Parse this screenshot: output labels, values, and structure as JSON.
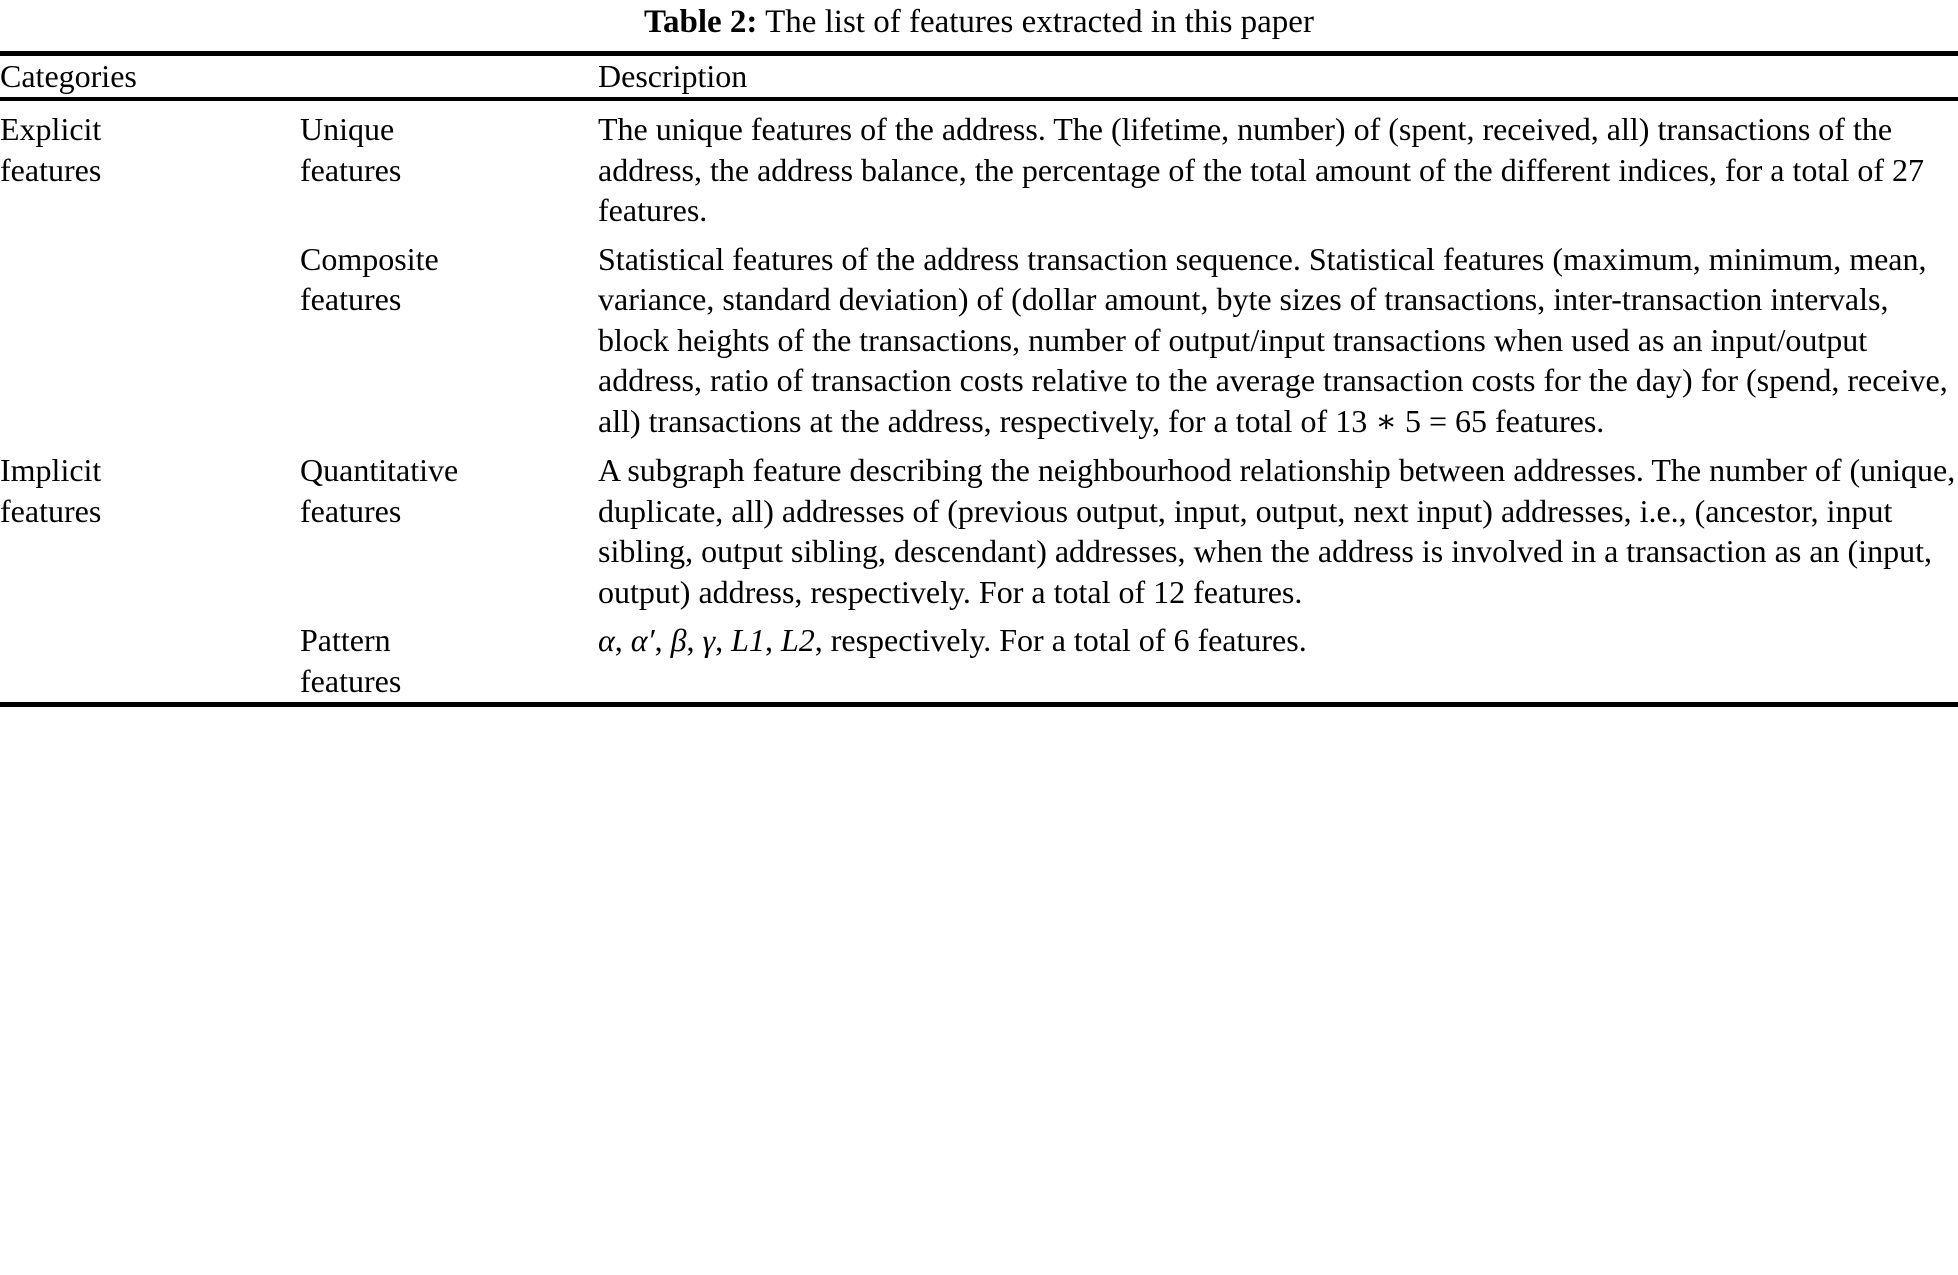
{
  "caption": {
    "label": "Table 2:",
    "text": "The list of features extracted in this paper"
  },
  "columns": {
    "categories_header": "Categories",
    "subcategory_header": "",
    "description_header": "Description"
  },
  "rows": [
    {
      "category": "Explicit\nfeatures",
      "subcategory": "Unique\nfeatures",
      "description": "The unique features of the address. The (lifetime, number) of (spent, received, all) transactions of the address, the address balance, the percentage of the total amount of the different indices, for a total of 27 features."
    },
    {
      "category": "",
      "subcategory": "Composite\nfeatures",
      "description": "Statistical features of the address transaction sequence. Statistical features (maximum, minimum, mean, variance, standard deviation) of (dollar amount, byte sizes of transactions, inter-transaction intervals, block heights of the transactions, number of output/input transactions when used as an input/output address, ratio of transaction costs relative to the average transaction costs for the day) for (spend, receive, all) transactions at the address, respectively, for a total of 13 ∗ 5 = 65 features."
    },
    {
      "category": "Implicit\nfeatures",
      "subcategory": "Quantitative\nfeatures",
      "description": "A subgraph feature describing the neighbourhood relationship between addresses. The number of (unique, duplicate, all) addresses of (previous output, input, output, next input) addresses, i.e., (ancestor, input sibling, output sibling, descendant) addresses, when the address is involved in a transaction as an (input, output) address, respectively. For a total of 12 features."
    },
    {
      "category": "",
      "subcategory": "Pattern\nfeatures",
      "description_math": [
        {
          "text": "α",
          "style": "italic"
        },
        {
          "text": ", ",
          "style": "normal"
        },
        {
          "text": "α′",
          "style": "italic"
        },
        {
          "text": ", ",
          "style": "normal"
        },
        {
          "text": "β",
          "style": "italic"
        },
        {
          "text": ", ",
          "style": "normal"
        },
        {
          "text": "γ",
          "style": "italic"
        },
        {
          "text": ", ",
          "style": "normal"
        },
        {
          "text": "L1",
          "style": "italic"
        },
        {
          "text": ", ",
          "style": "normal"
        },
        {
          "text": "L2",
          "style": "italic"
        },
        {
          "text": ", respectively. For a total of 6 features.",
          "style": "normal"
        }
      ],
      "description": "α, α′, β, γ, L1, L2, respectively. For a total of 6 features."
    }
  ],
  "colors": {
    "text": "#000000",
    "background": "#ffffff",
    "rule": "#000000"
  }
}
